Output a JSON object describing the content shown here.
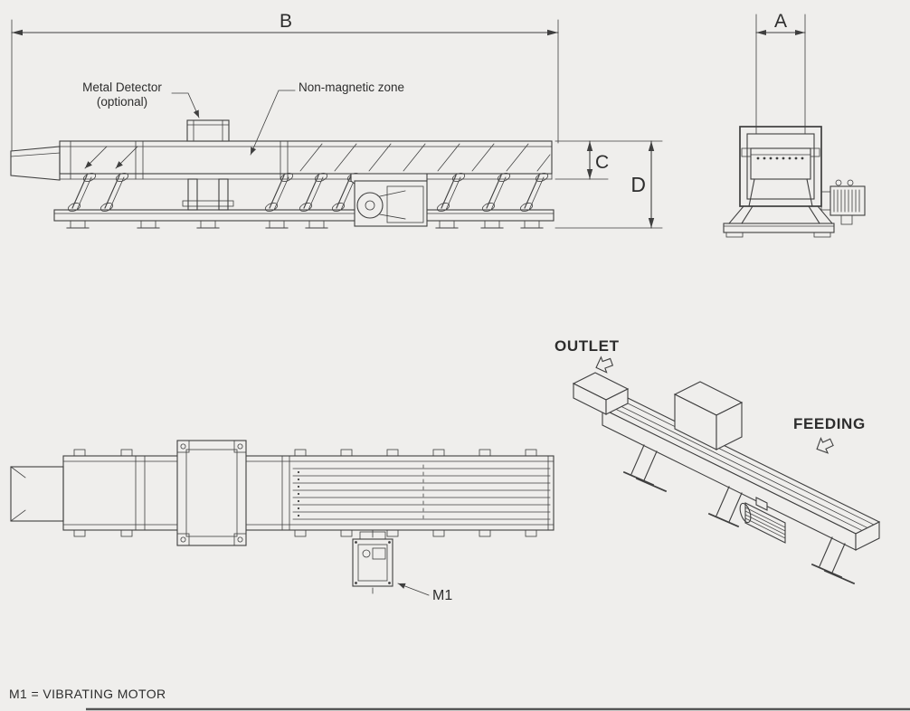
{
  "colors": {
    "background": "#efeeec",
    "line": "#3f3f3f",
    "text": "#2d2d2d"
  },
  "labels": {
    "dim_b": "B",
    "dim_a": "A",
    "dim_c": "C",
    "dim_d": "D",
    "metal_detector": "Metal Detector",
    "metal_detector_optional": "(optional)",
    "non_magnetic_zone": "Non-magnetic zone",
    "outlet": "OUTLET",
    "feeding": "FEEDING",
    "motor": "M1",
    "legend": "M1 = VIBRATING MOTOR"
  }
}
